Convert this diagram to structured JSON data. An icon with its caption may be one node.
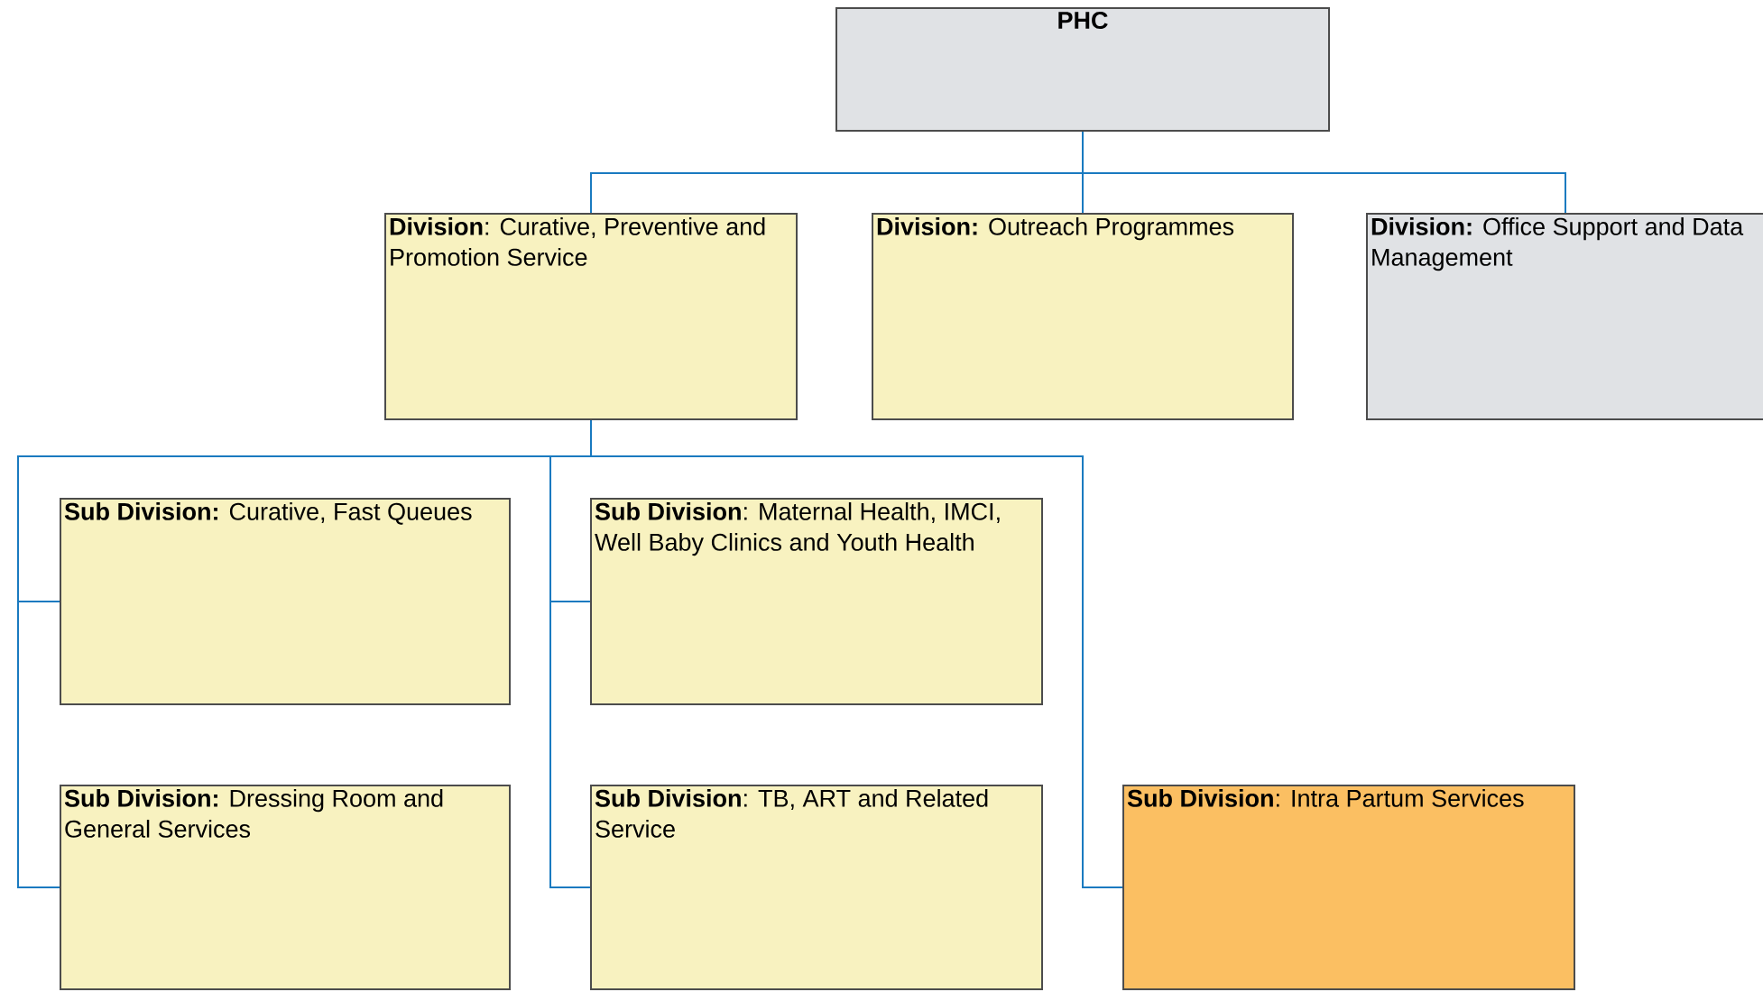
{
  "diagram": {
    "nodes": [
      {
        "text": [
          "PHC"
        ]
      },
      {
        "text": [
          "**Division**: Curative, Preventive and Promotion Service"
        ]
      },
      {
        "text": [
          "**Division:** Outreach Programmes"
        ]
      },
      {
        "text": [
          "**Division:** Office Support and Data Management"
        ]
      },
      {
        "text": [
          "**Sub Division:** Curative, Fast Queues"
        ]
      },
      {
        "text": [
          "**Sub Division**: Maternal Health, IMCI, Well Baby Clinics and Youth Health"
        ]
      },
      {
        "text": [
          "**Sub Division:** Dressing Room and General Services"
        ]
      },
      {
        "text": [
          "**Sub Division**: TB, ART and Related Service"
        ]
      },
      {
        "text": [
          "**Sub Division**: Intra Partum Services"
        ]
      }
    ],
    "edges": [
      {
        "from": 0,
        "to": 1,
        "arrow": "none"
      },
      {
        "from": 0,
        "to": 2,
        "arrow": "none"
      },
      {
        "from": 0,
        "to": 3,
        "arrow": "none"
      },
      {
        "from": 1,
        "to": 4,
        "arrow": "none"
      },
      {
        "from": 1,
        "to": 5,
        "arrow": "none"
      },
      {
        "from": 1,
        "to": 6,
        "arrow": "none"
      },
      {
        "from": 1,
        "to": 7,
        "arrow": "none"
      },
      {
        "from": 1,
        "to": 8,
        "arrow": "none"
      }
    ]
  }
}
